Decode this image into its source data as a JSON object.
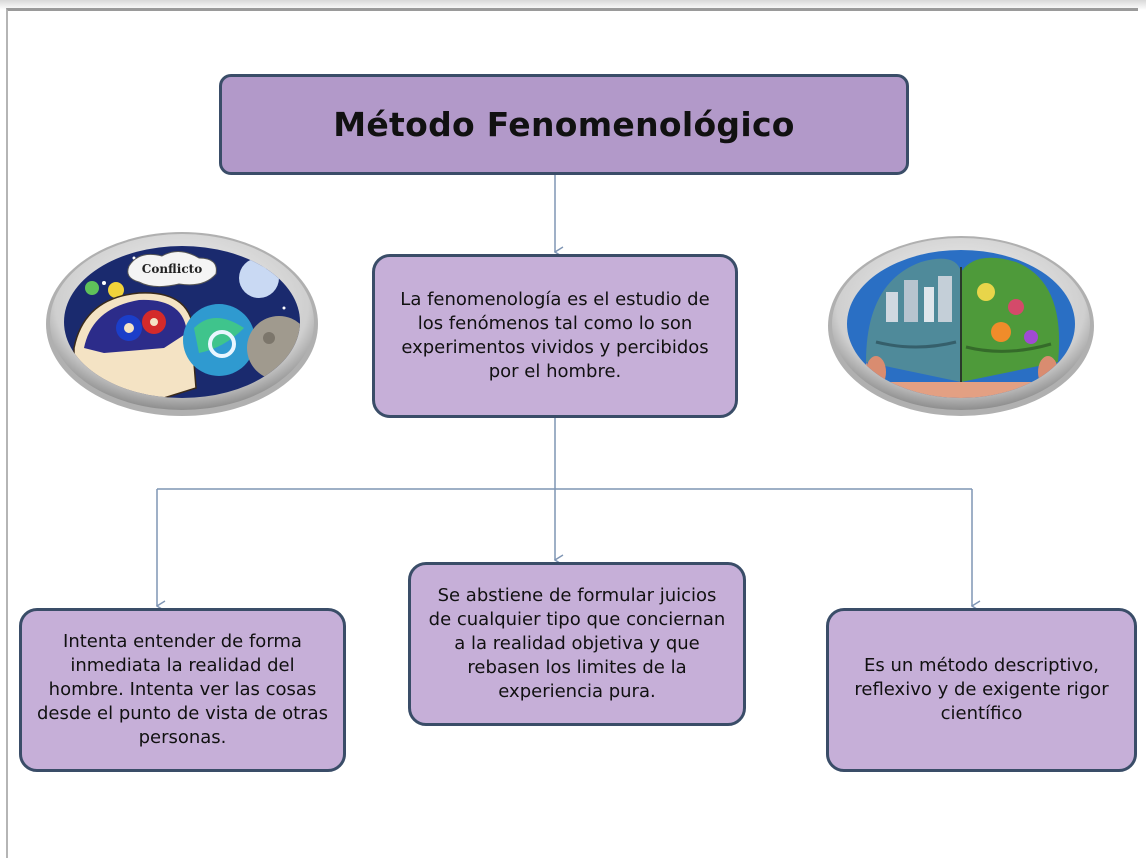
{
  "title": "Método Fenomenológico",
  "definition": "La fenomenología es el estudio de los fenómenos tal como lo son  experimentos vividos y percibidos  por el hombre.",
  "branches": {
    "left": "Intenta entender de forma inmediata la realidad del hombre. Intenta ver las cosas desde el punto de vista de otras personas.",
    "middle": "Se abstiene de formular juicios de cualquier tipo que conciernan a la realidad objetiva y que rebasen los limites de la experiencia pura.",
    "right": "Es un método descriptivo, reflexivo y de exigente rigor científico"
  },
  "images": {
    "left_caption": "Conflicto"
  },
  "colors": {
    "box_fill": "#c6afd8",
    "title_fill": "#b299c9",
    "box_border": "#3a4d68",
    "connector": "#7f95b4"
  }
}
